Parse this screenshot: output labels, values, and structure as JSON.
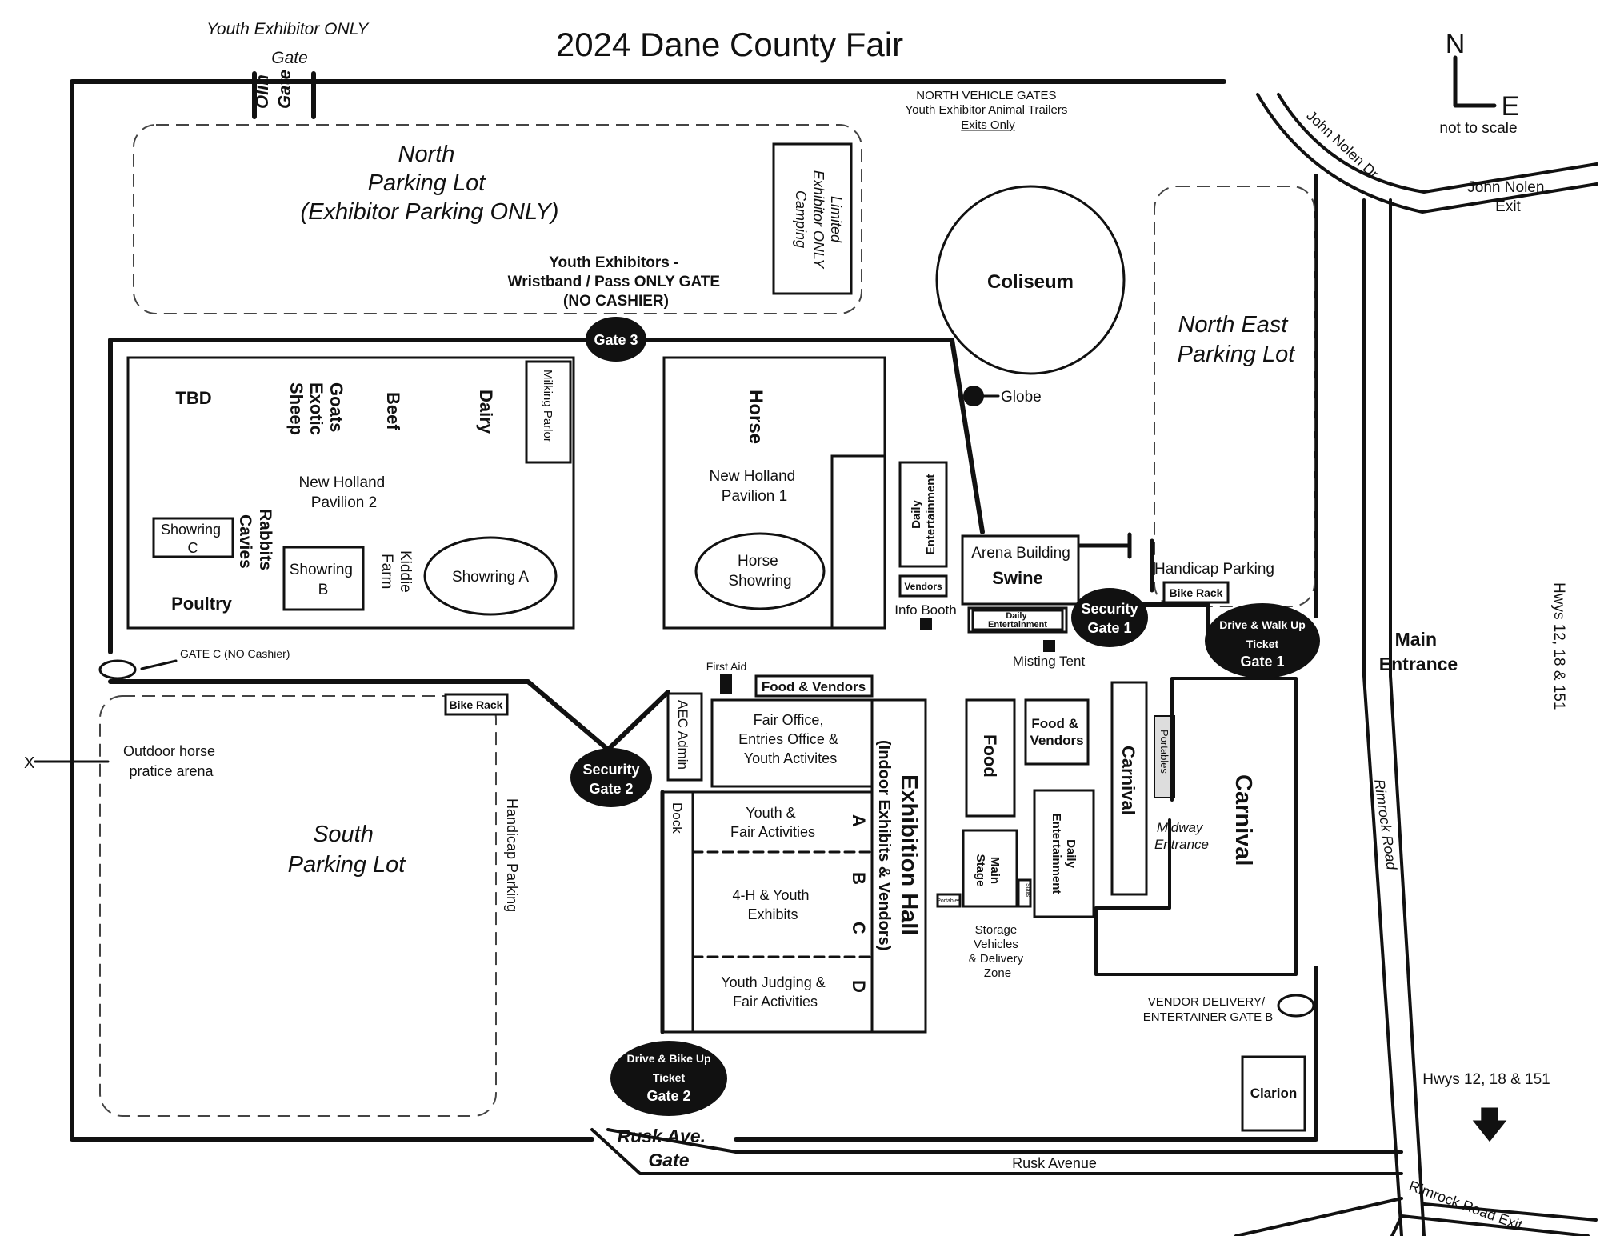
{
  "title": "2024 Dane County Fair",
  "compass": {
    "north": "N",
    "east": "E",
    "scale_note": "not to scale"
  },
  "roads": {
    "john_nolen_dr": "John Nolen Dr",
    "john_nolen_exit": [
      "John Nolen",
      "Exit"
    ],
    "rimrock_road": "Rimrock Road",
    "rimrock_exit": "Rimrock Road Exit",
    "rusk_avenue": "Rusk Avenue",
    "hwys_vertical": "Hwys 12, 18 & 151",
    "hwys_south": "Hwys 12, 18 & 151",
    "south_arrow": "🡇"
  },
  "gates": {
    "youth_gate_label": [
      "Youth Exhibitor ONLY",
      "Gate"
    ],
    "olin_gate": [
      "Olin",
      "Gate"
    ],
    "north_vehicle": [
      "NORTH VEHICLE GATES",
      "Youth Exhibitor Animal Trailers",
      "Exits Only"
    ],
    "youth_wristband": [
      "Youth Exhibitors -",
      "Wristband / Pass ONLY GATE",
      "(NO CASHIER)"
    ],
    "gate3": "Gate 3",
    "gate_c": "GATE C (NO Cashier)",
    "security1": [
      "Security",
      "Gate 1"
    ],
    "security2": [
      "Security",
      "Gate 2"
    ],
    "ticket1": [
      "Drive & Walk Up",
      "Ticket",
      "Gate 1"
    ],
    "ticket2": [
      "Drive & Bike Up",
      "Ticket",
      "Gate 2"
    ],
    "rusk_gate": [
      "Rusk Ave.",
      "Gate"
    ],
    "vendor_gate": [
      "VENDOR DELIVERY/",
      "ENTERTAINER GATE B"
    ],
    "main_entrance": [
      "Main",
      "Entrance"
    ],
    "midway_entrance": [
      "Midway",
      "Entrance"
    ],
    "x_mark": "X"
  },
  "parking": {
    "north": [
      "North",
      "Parking Lot",
      "(Exhibitor Parking ONLY)"
    ],
    "camping": [
      "Limited",
      "Exhibitor ONLY",
      "Camping"
    ],
    "north_east": [
      "North East",
      "Parking Lot"
    ],
    "south": [
      "South",
      "Parking Lot"
    ],
    "handicap_east": "Handicap Parking",
    "handicap_south": "Handicap Parking",
    "bike_rack": "Bike Rack",
    "outdoor_arena": [
      "Outdoor horse",
      "pratice arena"
    ]
  },
  "pavilion2": {
    "tbd": "TBD",
    "goats": "Goats",
    "exotic": "Exotic",
    "sheep": "Sheep",
    "beef": "Beef",
    "dairy": "Dairy",
    "milking": "Milking Parlor",
    "name": [
      "New Holland",
      "Pavilion 2"
    ],
    "showring_c": [
      "Showring",
      "C"
    ],
    "rabbits": "Rabbits",
    "cavies": "Cavies",
    "showring_b": [
      "Showring",
      "B"
    ],
    "kiddie": "Kiddie",
    "farm": "Farm",
    "showring_a": "Showring A",
    "poultry": "Poultry"
  },
  "pavilion1": {
    "horse": "Horse",
    "name": [
      "New Holland",
      "Pavilion 1"
    ],
    "showring": [
      "Horse",
      "Showring"
    ]
  },
  "center": {
    "daily_ent": [
      "Daily",
      "Entertainment"
    ],
    "vendors": "Vendors",
    "info_booth": "Info Booth",
    "coliseum": "Coliseum",
    "globe": "Globe",
    "arena_building": "Arena Building",
    "swine": "Swine",
    "daily_ent_small": [
      "Daily",
      "Entertainment"
    ],
    "misting_tent": "Misting Tent",
    "first_aid": "First Aid",
    "food_vendors_top": "Food & Vendors",
    "aec_admin": "AEC Admin",
    "fair_office": [
      "Fair Office,",
      "Entries Office &",
      "Youth Activites"
    ],
    "youth_fair": [
      "Youth &",
      "Fair Activities"
    ],
    "dock": "Dock",
    "four_h": [
      "4-H & Youth",
      "Exhibits"
    ],
    "youth_judging": [
      "Youth Judging &",
      "Fair Activities"
    ],
    "sections": [
      "A",
      "B",
      "C",
      "D"
    ],
    "exhibition_hall": "Exhibition Hall",
    "exhibition_sub": "(Indoor Exhibits & Vendors)",
    "food": "Food",
    "food_vendors": [
      "Food &",
      "Vendors"
    ],
    "main_stage": [
      "Main",
      "Stage"
    ],
    "daily_ent_east": [
      "Daily",
      "Entertainment"
    ],
    "storage": [
      "Storage",
      "Vehicles",
      "& Delivery",
      "Zone"
    ],
    "carnival_small": "Carnival",
    "portables": "Portables",
    "carnival_big": "Carnival",
    "clarion": "Clarion",
    "tiny1": "Portables",
    "tiny2": "Stalls"
  }
}
